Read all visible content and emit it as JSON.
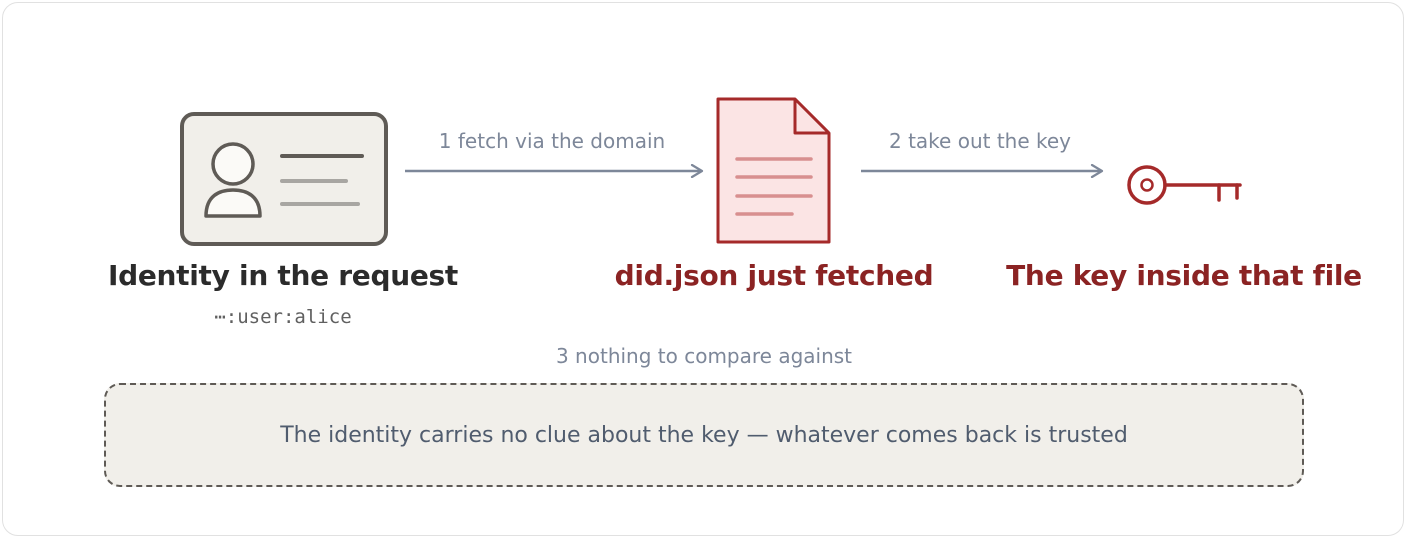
{
  "nodes": {
    "identity": {
      "title": "Identity in the request",
      "subtitle": "⋯:user:alice"
    },
    "document": {
      "title": "did.json just fetched"
    },
    "key": {
      "title": "The key inside that file"
    }
  },
  "edges": {
    "fetch": {
      "label": "1 fetch via the domain"
    },
    "take": {
      "label": "2 take out the key"
    },
    "compare": {
      "label": "3 nothing to compare against"
    }
  },
  "note": {
    "text": "The identity carries no clue about the key — whatever comes back is trusted"
  },
  "colors": {
    "accent_red": "#8b2323",
    "arrow": "#7d8799",
    "card_bg": "#f1efea",
    "card_border": "#5f5b56",
    "document_fill": "#fbe4e4",
    "document_lines": "#d88f8f"
  },
  "icons": [
    "id-card-icon",
    "document-icon",
    "key-icon"
  ]
}
